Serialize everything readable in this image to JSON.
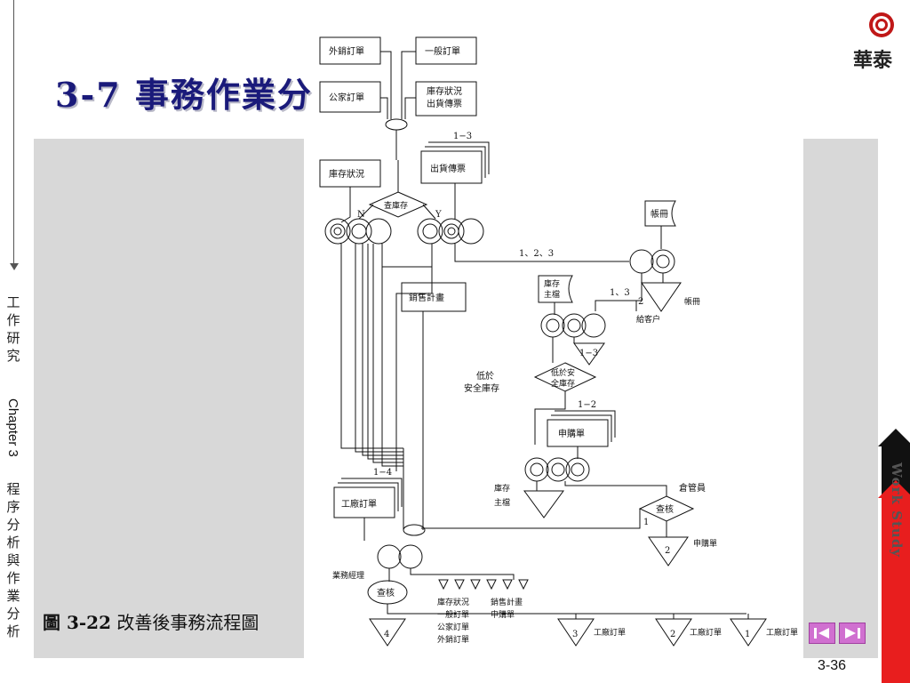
{
  "title": "3-7 事務作業分",
  "left_rail": {
    "text_top": "工作研究",
    "chapter": "Chapter 3",
    "text_bottom": "程序分析與作業分析"
  },
  "logo": {
    "text": "華泰"
  },
  "caption": {
    "label": "圖 3-22",
    "text": "改善後事務流程圖"
  },
  "side_label": "Work Study",
  "page_number": "3-36",
  "colors": {
    "title": "#1a1a7a",
    "panel": "#d8d8d8",
    "accent_red": "#e81e1e",
    "nav": "#d070d0"
  },
  "nav": {
    "prev_icon": "prev-slide-icon",
    "next_icon": "next-slide-icon"
  },
  "diagram": {
    "docs": {
      "export_order": "外銷訂單",
      "general_order": "一般訂單",
      "public_order": "公家訂單",
      "stock_shipping_line1": "庫存狀況",
      "stock_shipping_line2": "出貨傳票",
      "stock_status": "庫存狀況",
      "shipping_slip": "出貨傳票",
      "shipping_copies": "1−3",
      "ledger": "帳冊",
      "sales_plan": "銷售計畫",
      "stock_master_line1": "庫存",
      "stock_master_line2": "主檔",
      "purchase_request": "申購單",
      "purchase_copies": "1−2",
      "factory_order": "工廠訂單",
      "factory_copies": "1−4"
    },
    "decisions": {
      "check_stock": "查庫存",
      "below_safety_line1": "低於安",
      "below_safety_line2": "全庫存",
      "check_warehouse": "查核",
      "check_manager": "查核"
    },
    "labels": {
      "no": "N",
      "yes": "Y",
      "copies_123": "1、2、3",
      "copies_13": "1、3",
      "num_2": "2",
      "to_customer": "給客户",
      "ledger_file": "帳冊",
      "file_13": "1−3",
      "below_safety_left_line1": "低於",
      "below_safety_left_line2": "安全庫存",
      "stock_master_file_line1": "庫存",
      "stock_master_file_line2": "主檔",
      "warehouse_keeper": "倉管員",
      "num_1": "1",
      "purchase_file": "申購單",
      "sales_manager": "業務經理",
      "file_4": "4",
      "file_3": "3",
      "file_2": "2",
      "file_1": "1",
      "factory_order_file": "工廠訂單",
      "bottom_list_cols": [
        "庫存狀況",
        "一般訂單",
        "公家訂單",
        "外銷訂單",
        "銷售計畫",
        "申購單"
      ]
    }
  }
}
